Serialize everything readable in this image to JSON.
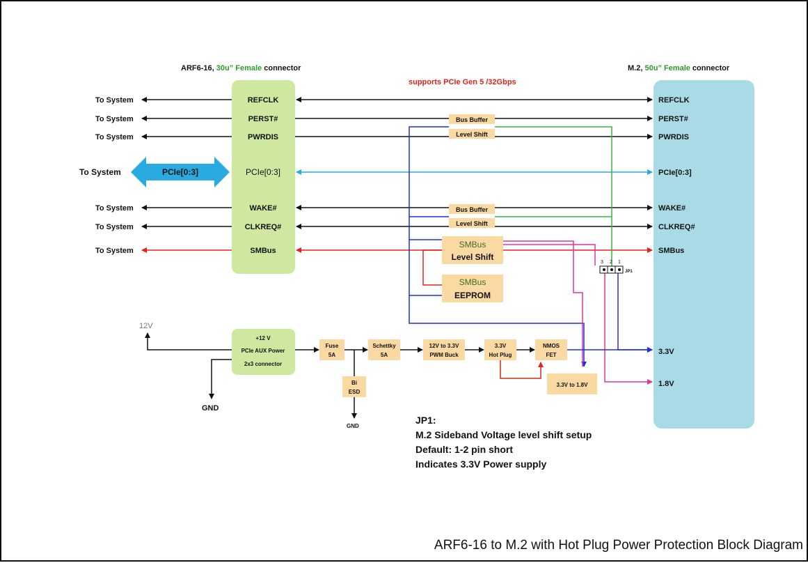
{
  "title": "ARF6-16 to M.2 with Hot Plug Power Protection Block Diagram",
  "left_connector": {
    "header_main": "ARF6-16, ",
    "header_accent": "30u” Female",
    "header_tail": " connector",
    "pins": [
      "REFCLK",
      "PERST#",
      "PWRDIS",
      "PCIe[0:3]",
      "WAKE#",
      "CLKREQ#",
      "SMBus"
    ]
  },
  "right_connector": {
    "header_main": "M.2, ",
    "header_accent": "50u” Female",
    "header_tail": " connector",
    "pins": [
      "REFCLK",
      "PERST#",
      "PWRDIS",
      "PCIe[0:3]",
      "WAKE#",
      "CLKREQ#",
      "SMBus",
      "3.3V",
      "1.8V"
    ]
  },
  "system_labels": [
    "To System",
    "To System",
    "To System",
    "To System",
    "To System",
    "To System",
    "To System"
  ],
  "pcie_arrow_label": "PCIe[0:3]",
  "speed_note": "supports PCIe Gen 5 /32Gbps",
  "blocks": {
    "bus_buffer_1": "Bus Buffer",
    "level_shift_1": "Level Shift",
    "bus_buffer_2": "Bus Buffer",
    "level_shift_2": "Level Shift",
    "smbus_ls_top": "SMBus",
    "smbus_ls_bottom": "Level Shift",
    "eeprom_top": "SMBus",
    "eeprom_bottom": "EEPROM"
  },
  "power": {
    "input_label": "12V",
    "aux_line1": "+12 V",
    "aux_line2": "PCIe AUX Power",
    "aux_line3": "2x3 connector",
    "gnd_left": "GND",
    "fuse_line1": "Fuse",
    "fuse_line2": "5A",
    "esd_line1": "Bi",
    "esd_line2": "ESD",
    "gnd_esd": "GND",
    "schottky_line1": "Schettky",
    "schottky_line2": "5A",
    "buck_line1": "12V to 3.3V",
    "buck_line2": "PWM Buck",
    "hotplug_line1": "3.3V",
    "hotplug_line2": "Hot Plug",
    "nmos_line1": "NMOS",
    "nmos_line2": "FET",
    "ldo_label": "3.3V to 1.8V"
  },
  "jumper": {
    "pin3": "3",
    "pin2": "2",
    "pin1": "1",
    "name": "JP1"
  },
  "note": {
    "line1": "JP1:",
    "line2": "M.2 Sideband Voltage level shift setup",
    "line3": "Default: 1-2 pin short",
    "line4": "Indicates 3.3V Power supply"
  },
  "colors": {
    "left_connector": "#cfe8a0",
    "right_connector": "#a9dbe6",
    "block": "#fbd9a3",
    "pcie": "#29abe2",
    "smbus": "#e2231a",
    "blue_wire": "#1f2fe0",
    "green_wire": "#3cb043",
    "pink_wire": "#e0359a",
    "accent_green": "#2a9d2a"
  }
}
